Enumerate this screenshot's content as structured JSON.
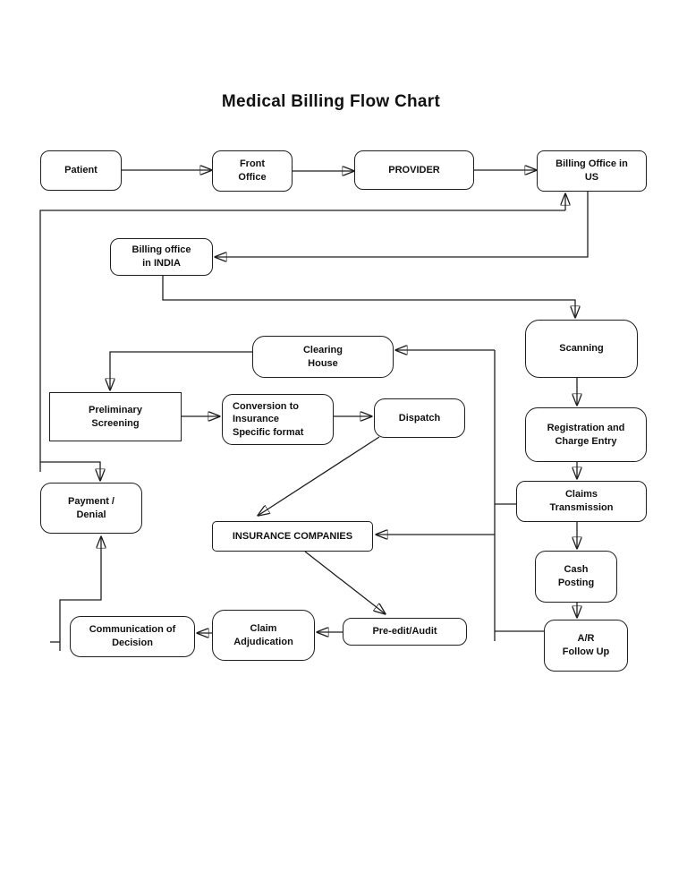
{
  "title": "Medical Billing Flow Chart",
  "colors": {
    "ink": "#1f1f1f",
    "background": "#ffffff"
  },
  "nodes": {
    "patient": {
      "label": "Patient"
    },
    "front_office": {
      "label": "Front\nOffice"
    },
    "provider": {
      "label": "PROVIDER"
    },
    "billing_office_us": {
      "label": "Billing Office in\nUS"
    },
    "billing_office_india": {
      "label": "Billing office\nin INDIA"
    },
    "scanning": {
      "label": "Scanning"
    },
    "clearing_house": {
      "label": "Clearing\nHouse"
    },
    "preliminary_screening": {
      "label": "Preliminary\nScreening"
    },
    "conversion": {
      "label": "Conversion to\nInsurance\nSpecific format"
    },
    "dispatch": {
      "label": "Dispatch"
    },
    "registration": {
      "label": "Registration and\nCharge Entry"
    },
    "claims_transmission": {
      "label": "Claims\nTransmission"
    },
    "payment_denial": {
      "label": "Payment /\nDenial"
    },
    "insurance_companies": {
      "label": "INSURANCE COMPANIES"
    },
    "cash_posting": {
      "label": "Cash\nPosting"
    },
    "ar_follow_up": {
      "label": "A/R\nFollow Up"
    },
    "communication_of_decision": {
      "label": "Communication of\nDecision"
    },
    "claim_adjudication": {
      "label": "Claim\nAdjudication"
    },
    "pre_edit_audit": {
      "label": "Pre-edit/Audit"
    }
  },
  "edges": [
    {
      "from": "Patient",
      "to": "Front Office"
    },
    {
      "from": "Front Office",
      "to": "PROVIDER"
    },
    {
      "from": "PROVIDER",
      "to": "Billing Office in US"
    },
    {
      "from": "Billing Office in US",
      "to": "Billing office in INDIA"
    },
    {
      "from": "Billing office in INDIA",
      "to": "Scanning"
    },
    {
      "from": "Scanning",
      "to": "Registration and Charge Entry"
    },
    {
      "from": "Registration and Charge Entry",
      "to": "Claims Transmission"
    },
    {
      "from": "Claims Transmission",
      "to": "Clearing House"
    },
    {
      "from": "Clearing House",
      "to": "Preliminary Screening"
    },
    {
      "from": "Preliminary Screening",
      "to": "Conversion to Insurance Specific format"
    },
    {
      "from": "Conversion to Insurance Specific format",
      "to": "Dispatch"
    },
    {
      "from": "Dispatch",
      "to": "INSURANCE COMPANIES"
    },
    {
      "from": "Claims Transmission",
      "to": "Cash Posting"
    },
    {
      "from": "Cash Posting",
      "to": "A/R Follow Up"
    },
    {
      "from": "A/R Follow Up",
      "to": "INSURANCE COMPANIES"
    },
    {
      "from": "INSURANCE COMPANIES",
      "to": "Pre-edit/Audit"
    },
    {
      "from": "Pre-edit/Audit",
      "to": "Claim Adjudication"
    },
    {
      "from": "Claim Adjudication",
      "to": "Communication of Decision"
    },
    {
      "from": "Communication of Decision",
      "to": "Payment / Denial"
    },
    {
      "from": "Payment / Denial",
      "to": "Billing Office in US",
      "bidirectional": true
    }
  ]
}
